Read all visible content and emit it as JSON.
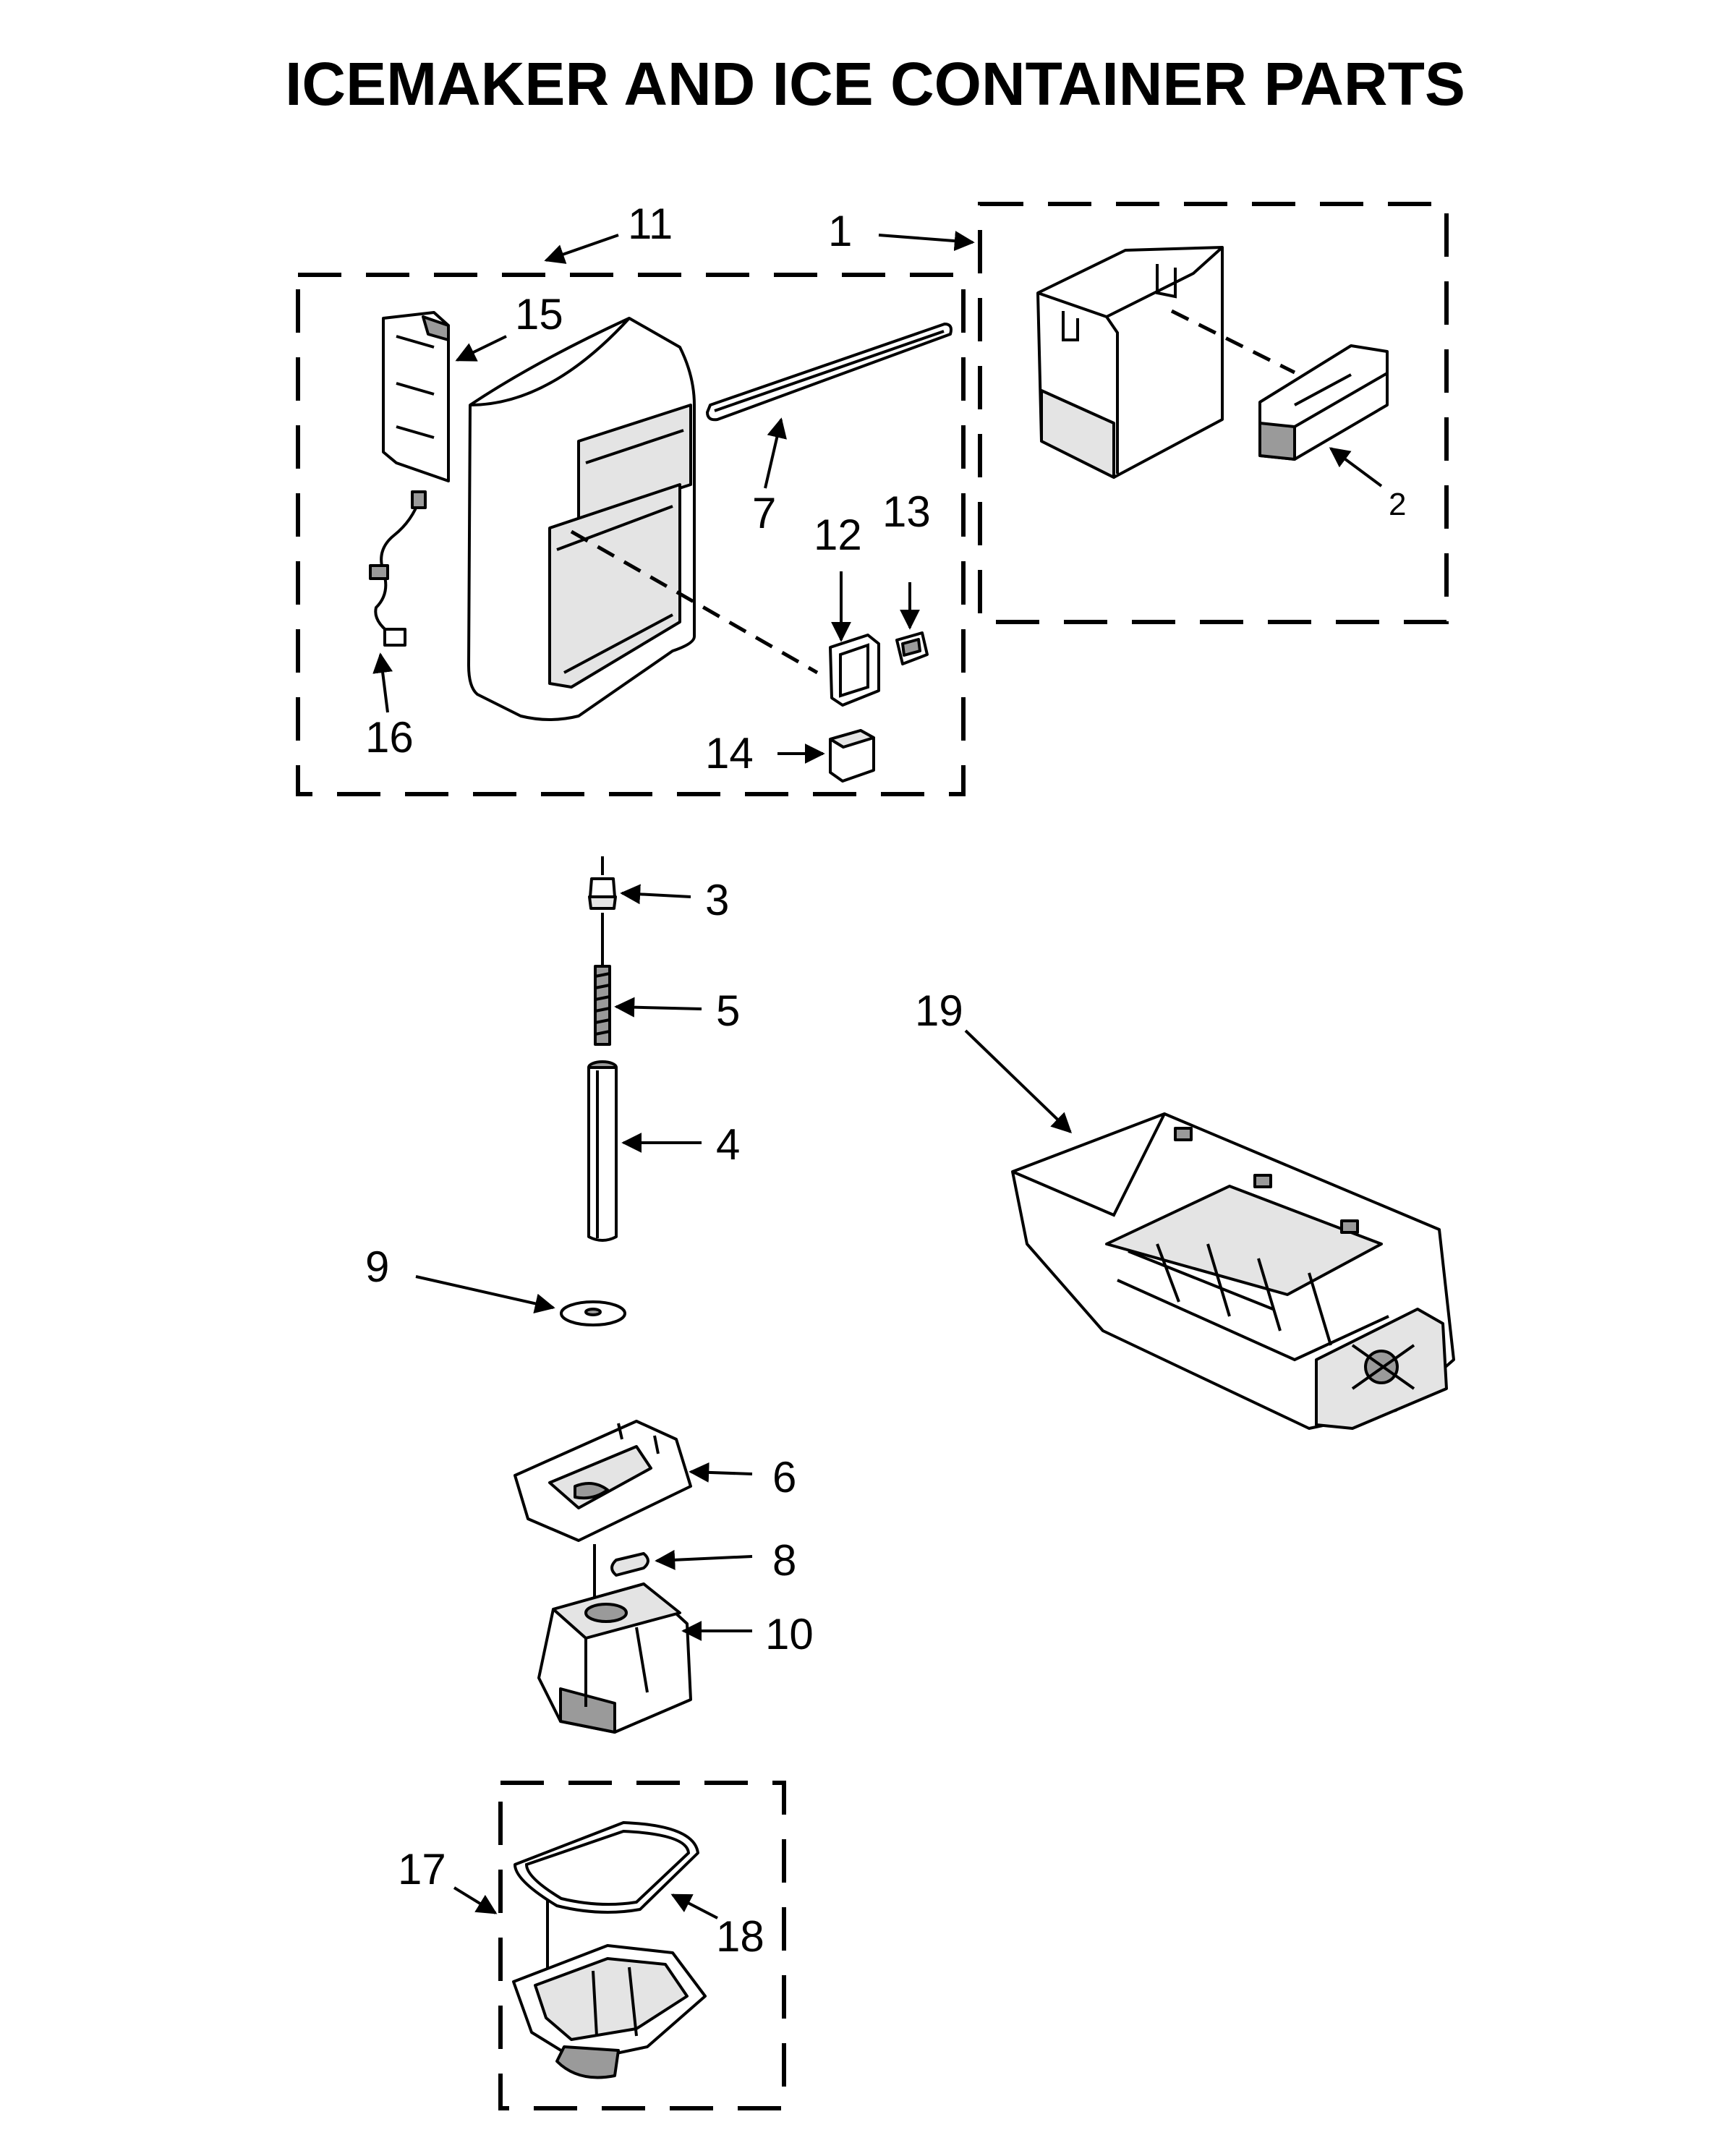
{
  "title": "ICEMAKER AND ICE CONTAINER PARTS",
  "callouts": {
    "c1": "1",
    "c2": "2",
    "c3": "3",
    "c4": "4",
    "c5": "5",
    "c6": "6",
    "c7": "7",
    "c8": "8",
    "c9": "9",
    "c10": "10",
    "c11": "11",
    "c12": "12",
    "c13": "13",
    "c14": "14",
    "c15": "15",
    "c16": "16",
    "c17": "17",
    "c18": "18",
    "c19": "19"
  }
}
